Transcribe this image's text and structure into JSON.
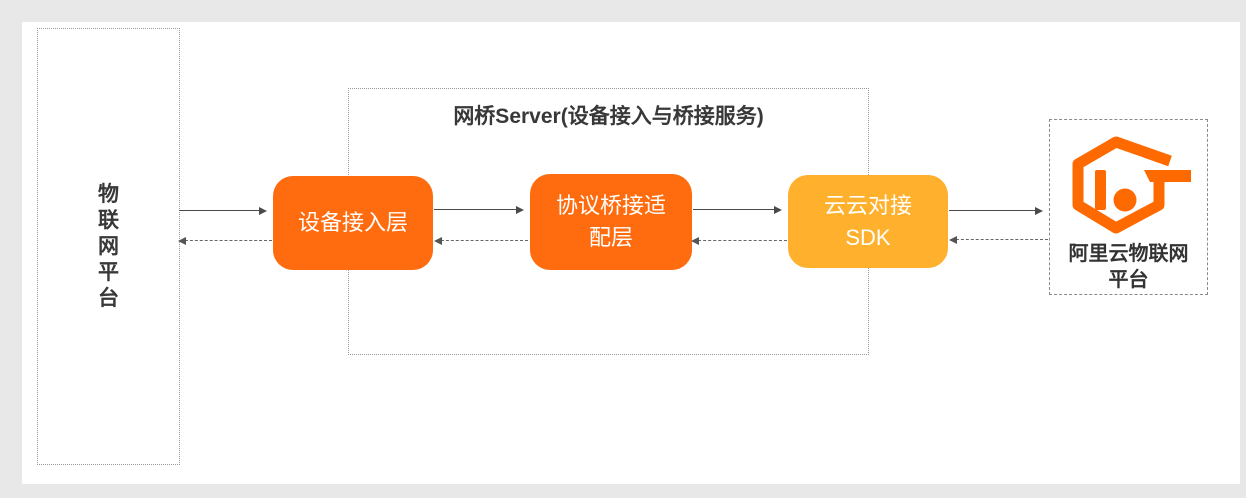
{
  "diagram": {
    "left_platform": {
      "label": "物\n联\n网\n平\n台"
    },
    "bridge_server": {
      "title": "网桥Server(设备接入与桥接服务)",
      "nodes": [
        {
          "id": "device-access-layer",
          "label": "设备接入层"
        },
        {
          "id": "protocol-bridge-adapter-layer",
          "label": "协议桥接适\n配层"
        },
        {
          "id": "cloud-cloud-sdk",
          "label": "云云对接\nSDK"
        }
      ]
    },
    "aliyun_platform": {
      "label": "阿里云物联网\n平台",
      "logo_icon": "aliyun-iot-hexagon-logo"
    },
    "arrows": [
      {
        "from": "iot-platform",
        "to": "device-access-layer",
        "style": "solid",
        "direction": "right"
      },
      {
        "from": "device-access-layer",
        "to": "iot-platform",
        "style": "dashed",
        "direction": "left"
      },
      {
        "from": "device-access-layer",
        "to": "protocol-bridge-adapter-layer",
        "style": "solid",
        "direction": "right"
      },
      {
        "from": "protocol-bridge-adapter-layer",
        "to": "device-access-layer",
        "style": "dashed",
        "direction": "left"
      },
      {
        "from": "protocol-bridge-adapter-layer",
        "to": "cloud-cloud-sdk",
        "style": "solid",
        "direction": "right"
      },
      {
        "from": "cloud-cloud-sdk",
        "to": "protocol-bridge-adapter-layer",
        "style": "dashed",
        "direction": "left"
      },
      {
        "from": "cloud-cloud-sdk",
        "to": "aliyun-iot-platform",
        "style": "solid",
        "direction": "right"
      },
      {
        "from": "aliyun-iot-platform",
        "to": "cloud-cloud-sdk",
        "style": "dashed",
        "direction": "left"
      }
    ],
    "colors": {
      "node_orange": "#FF6C0F",
      "node_amber": "#FFB02C",
      "logo_orange": "#FF6A00",
      "arrow_solid": "#4A4A4A",
      "arrow_dashed": "#666666",
      "dashed_border": "#999999",
      "text_dark": "#383838",
      "page_background": "#E8E8E8",
      "canvas_background": "#FFFFFF"
    }
  }
}
